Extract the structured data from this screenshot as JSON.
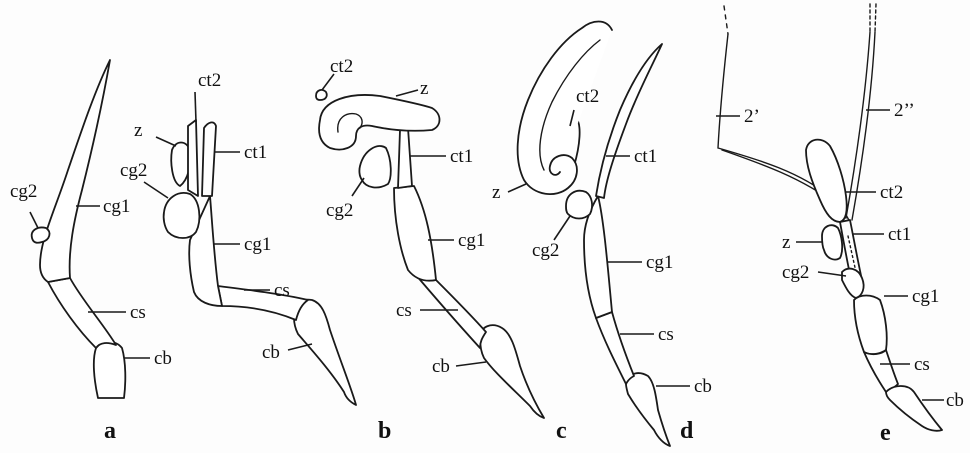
{
  "panels": [
    {
      "letter": "a",
      "labels": {
        "cg2": "cg2",
        "cg1": "cg1",
        "cs": "cs",
        "cb": "cb"
      }
    },
    {
      "letter": "b",
      "labels": {
        "ct2": "ct2",
        "z": "z",
        "ct1": "ct1",
        "cg2": "cg2",
        "cg1": "cg1",
        "cs": "cs",
        "cb": "cb"
      }
    },
    {
      "letter": "c",
      "labels": {
        "ct2": "ct2",
        "z": "z",
        "ct1": "ct1",
        "cg2": "cg2",
        "cg1": "cg1",
        "cs": "cs",
        "cb": "cb"
      }
    },
    {
      "letter": "d",
      "labels": {
        "ct2": "ct2",
        "ct1": "ct1",
        "z": "z",
        "cg2": "cg2",
        "cg1": "cg1",
        "cs": "cs",
        "cb": "cb"
      }
    },
    {
      "letter": "e",
      "labels": {
        "two_prime": "2’",
        "two_double_prime": "2’’",
        "ct2": "ct2",
        "z": "z",
        "ct1": "ct1",
        "cg2": "cg2",
        "cg1": "cg1",
        "cs": "cs",
        "cb": "cb"
      }
    }
  ]
}
